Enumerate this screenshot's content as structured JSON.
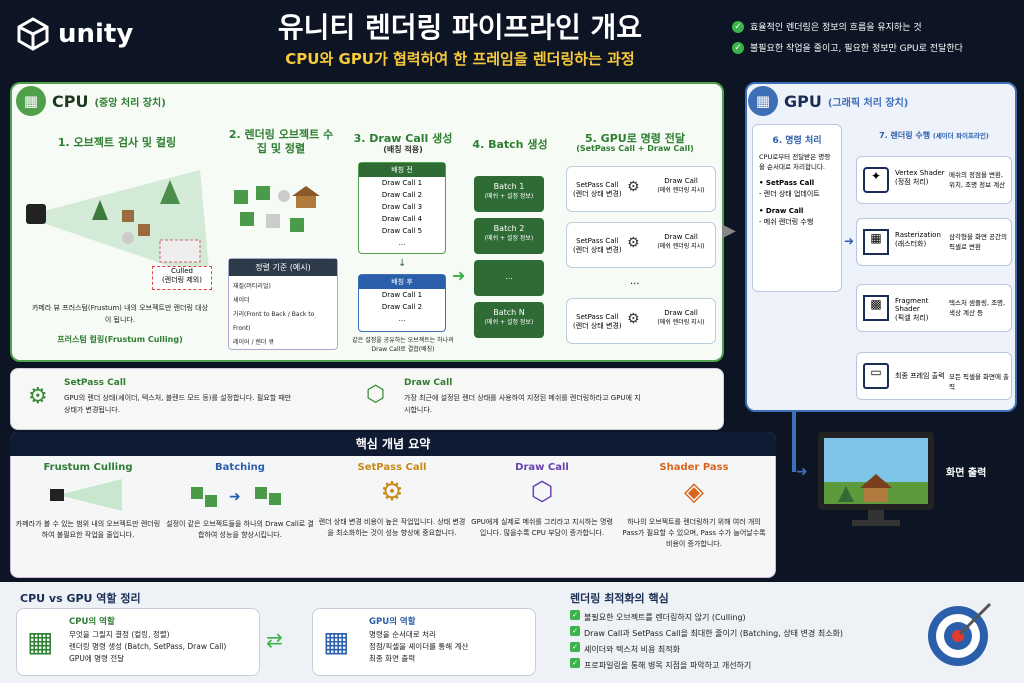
{
  "header": {
    "logo_text": "unity",
    "title": "유니티 렌더링 파이프라인 개요",
    "subtitle": "CPU와 GPU가 협력하여 한 프레임을 렌더링하는 과정",
    "checks": [
      "효율적인 렌더링은 정보의 흐름을 유지하는 것",
      "불필요한 작업을 줄이고, 필요한 정보만 GPU로 전달한다"
    ]
  },
  "cpu": {
    "title": "CPU",
    "subtitle": "(중앙 처리 장치)",
    "step1": {
      "title": "1. 오브젝트 검사 및 컬링",
      "culled": "Culled",
      "culled_sub": "(렌더링 제외)",
      "desc": "카메라 뷰 프러스텀(Frustum) 내의 오브젝트만 렌더링 대상이 됩니다.",
      "foot": "프러스텀 컬링(Frustum Culling)"
    },
    "step2": {
      "title": "2. 렌더링 오브젝트 수집 및 정렬",
      "sort_hd": "정렬 기준 (예시)",
      "sort_items": [
        "재질(머티리얼)",
        "셰이더",
        "거리(Front to Back / Back to Front)",
        "레이어 / 렌더 큐"
      ]
    },
    "step3": {
      "title": "3. Draw Call 생성",
      "sub": "(배칭 적용)",
      "before": "배칭 전",
      "before_items": [
        "Draw Call 1",
        "Draw Call 2",
        "Draw Call 3",
        "Draw Call 4",
        "Draw Call 5",
        "..."
      ],
      "after": "배칭 후",
      "after_items": [
        "Draw Call 1",
        "Draw Call 2",
        "..."
      ],
      "note": "같은 설정을 공유하는 오브젝트는 하나의 Draw Call로 결합(배칭)"
    },
    "step4": {
      "title": "4. Batch 생성",
      "batches": [
        {
          "name": "Batch 1",
          "sub": "(메쉬 + 설정 정보)"
        },
        {
          "name": "Batch 2",
          "sub": "(메쉬 + 설정 정보)"
        },
        {
          "name": "...",
          "sub": ""
        },
        {
          "name": "Batch N",
          "sub": "(메쉬 + 설정 정보)"
        }
      ]
    },
    "step5": {
      "title": "5. GPU로 명령 전달",
      "sub": "(SetPass Call + Draw Call)",
      "cmds": [
        {
          "sp": "SetPass Call",
          "sp_sub": "(렌더 상태 변경)",
          "dc": "Draw Call",
          "dc_sub": "(메쉬 렌더링 지시)"
        },
        {
          "sp": "SetPass Call",
          "sp_sub": "(렌더 상태 변경)",
          "dc": "Draw Call",
          "dc_sub": "(메쉬 렌더링 지시)"
        },
        {
          "sp": "SetPass Call",
          "sp_sub": "(렌더 상태 변경)",
          "dc": "Draw Call",
          "dc_sub": "(메쉬 렌더링 지시)"
        }
      ],
      "dots": "..."
    }
  },
  "legend": {
    "setpass_title": "SetPass Call",
    "setpass_desc": "GPU의 렌더 상태(셰이더, 텍스처, 블렌드 모드 등)를 설정합니다. 필요할 때만 상태가 변경됩니다.",
    "draw_title": "Draw Call",
    "draw_desc": "가장 최근에 설정된 렌더 상태를 사용하여 지정된 메쉬를 렌더링하라고 GPU에 지시합니다."
  },
  "gpu": {
    "title": "GPU",
    "subtitle": "(그래픽 처리 장치)",
    "step6": {
      "title": "6. 명령 처리",
      "desc": "CPU로부터 전달받은 명령을 순서대로 처리합니다.",
      "sp": "• SetPass Call",
      "sp_sub": "- 렌더 상태 업데이트",
      "dc": "• Draw Call",
      "dc_sub": "- 메쉬 렌더링 수행"
    },
    "step7": {
      "title": "7. 렌더링 수행",
      "sub": "(셰이더 파이프라인)",
      "stages": [
        {
          "name": "Vertex Shader",
          "kr": "(정점 처리)",
          "desc": "메쉬의 정점을 변환, 위치, 조명 정보 계산"
        },
        {
          "name": "Rasterization",
          "kr": "(래스터화)",
          "desc": "삼각형을 화면 공간의 픽셀로 변환"
        },
        {
          "name": "Fragment Shader",
          "kr": "(픽셀 처리)",
          "desc": "텍스처 샘플링, 조명, 색상 계산 등"
        },
        {
          "name": "최종 프레임 출력",
          "kr": "",
          "desc": "모든 픽셀을 화면에 출력"
        }
      ]
    },
    "output": "화면 출력"
  },
  "summary": {
    "title": "핵심 개념 요약",
    "items": [
      {
        "title": "Frustum Culling",
        "desc": "카메라가 볼 수 있는 범위 내의 오브젝트만 렌더링하여 불필요한 작업을 줄입니다.",
        "color": "#2e7d32"
      },
      {
        "title": "Batching",
        "desc": "설정이 같은 오브젝트들을 하나의 Draw Call로 결합하여 성능을 향상시킵니다.",
        "color": "#2b5fab"
      },
      {
        "title": "SetPass Call",
        "desc": "렌더 상태 변경 비용이 높은 작업입니다. 상태 변경을 최소화하는 것이 성능 향상에 중요합니다.",
        "color": "#c98a14"
      },
      {
        "title": "Draw Call",
        "desc": "GPU에게 실제로 메쉬를 그리라고 지시하는 명령입니다. 많을수록 CPU 부담이 증가합니다.",
        "color": "#6a3fb0"
      },
      {
        "title": "Shader Pass",
        "desc": "하나의 오브젝트를 렌더링하기 위해 여러 개의 Pass가 필요할 수 있으며, Pass 수가 늘어날수록 비용이 증가합니다.",
        "color": "#d9641c"
      }
    ]
  },
  "roles": {
    "title": "CPU vs GPU 역할 정리",
    "cpu_title": "CPU의 역할",
    "cpu_items": [
      "무엇을 그릴지 결정 (컬링, 정렬)",
      "렌더링 명령 생성 (Batch, SetPass, Draw Call)",
      "GPU에 명령 전달"
    ],
    "gpu_title": "GPU의 역할",
    "gpu_items": [
      "명령을 순서대로 처리",
      "정점/픽셀을 셰이더를 통해 계산",
      "최종 화면 출력"
    ]
  },
  "optim": {
    "title": "렌더링 최적화의 핵심",
    "items": [
      "불필요한 오브젝트를 렌더링하지 않기 (Culling)",
      "Draw Call과 SetPass Call을 최대한 줄이기 (Batching, 상태 변경 최소화)",
      "셰이더와 텍스처 비용 최적화",
      "프로파일링을 통해 병목 지점을 파악하고 개선하기"
    ]
  },
  "colors": {
    "cpu_green": "#4fa04a",
    "gpu_blue": "#3d6fb6",
    "accent_yellow": "#f7c93b",
    "dark_bg": "#0d1424"
  }
}
